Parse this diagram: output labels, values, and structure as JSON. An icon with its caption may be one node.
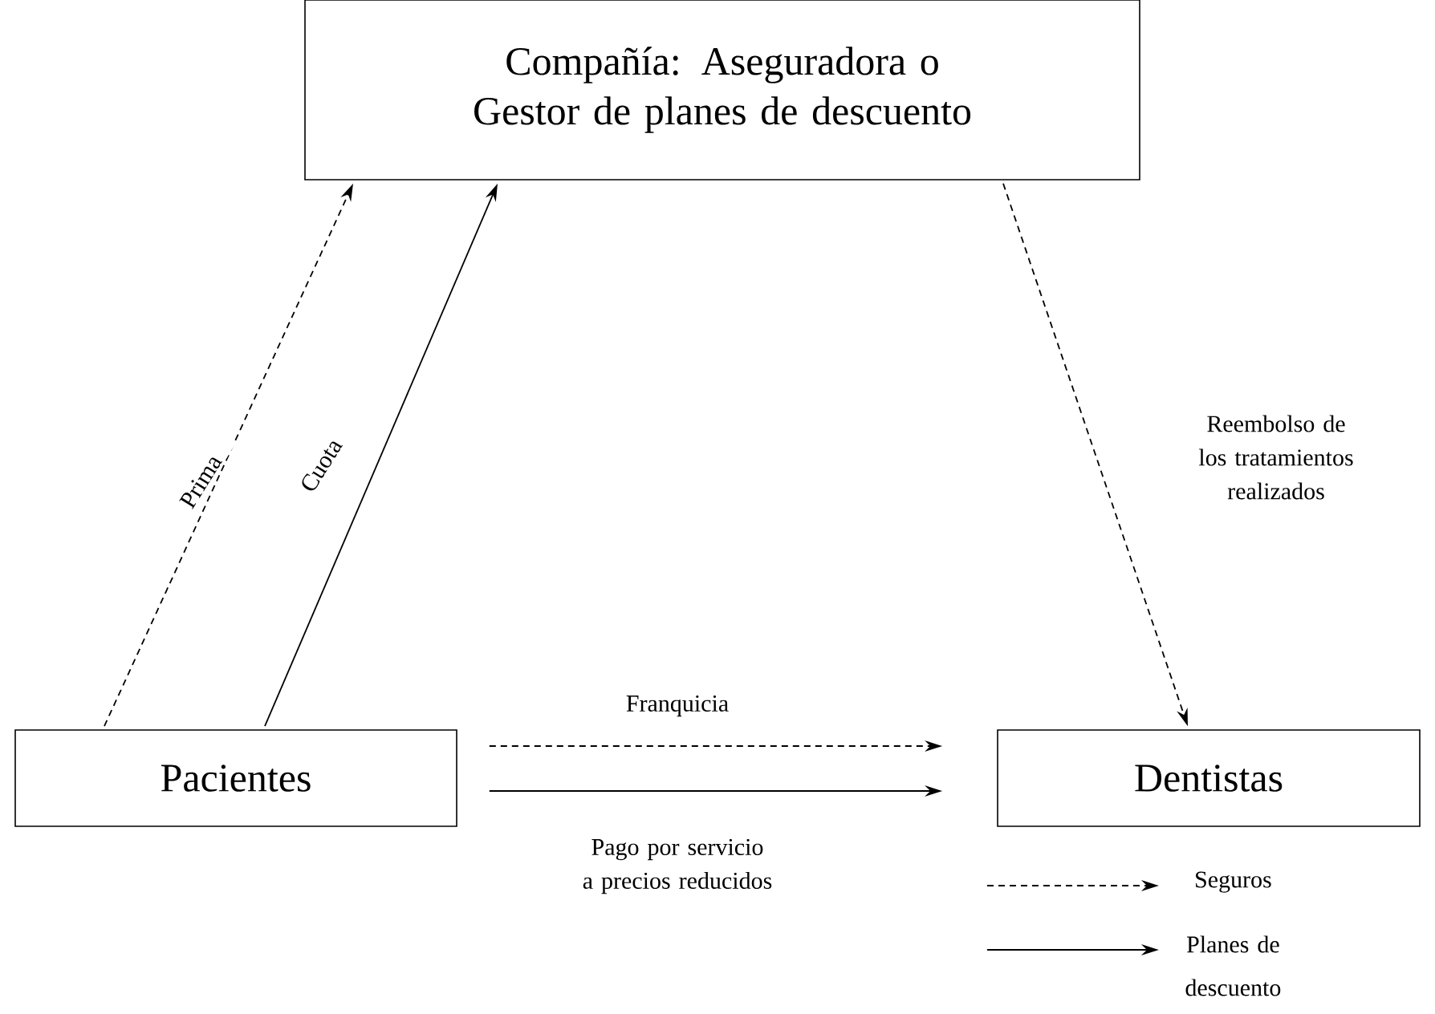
{
  "diagram": {
    "nodes": [
      {
        "text": [
          "Compañía: Aseguradora o Gestor de planes de descuento"
        ]
      },
      {
        "text": [
          "Pacientes"
        ]
      },
      {
        "text": [
          "Dentistas"
        ]
      }
    ],
    "edges": [
      {
        "from": 1,
        "to": 0,
        "arrow": "to",
        "style": "dashed",
        "label": "Prima"
      },
      {
        "from": 1,
        "to": 0,
        "arrow": "to",
        "label": "Cuota"
      },
      {
        "from": 0,
        "to": 2,
        "arrow": "to",
        "style": "dashed",
        "label": "Reembolso de los tratamientos realizados"
      },
      {
        "from": 1,
        "to": 2,
        "arrow": "to",
        "style": "dashed",
        "label": "Franquicia"
      },
      {
        "from": 1,
        "to": 2,
        "arrow": "to",
        "label": "Pago por servicio a precios reducidos"
      }
    ],
    "legend": [
      {
        "text": "Seguros"
      },
      {
        "text": "Planes de descuento"
      }
    ]
  }
}
